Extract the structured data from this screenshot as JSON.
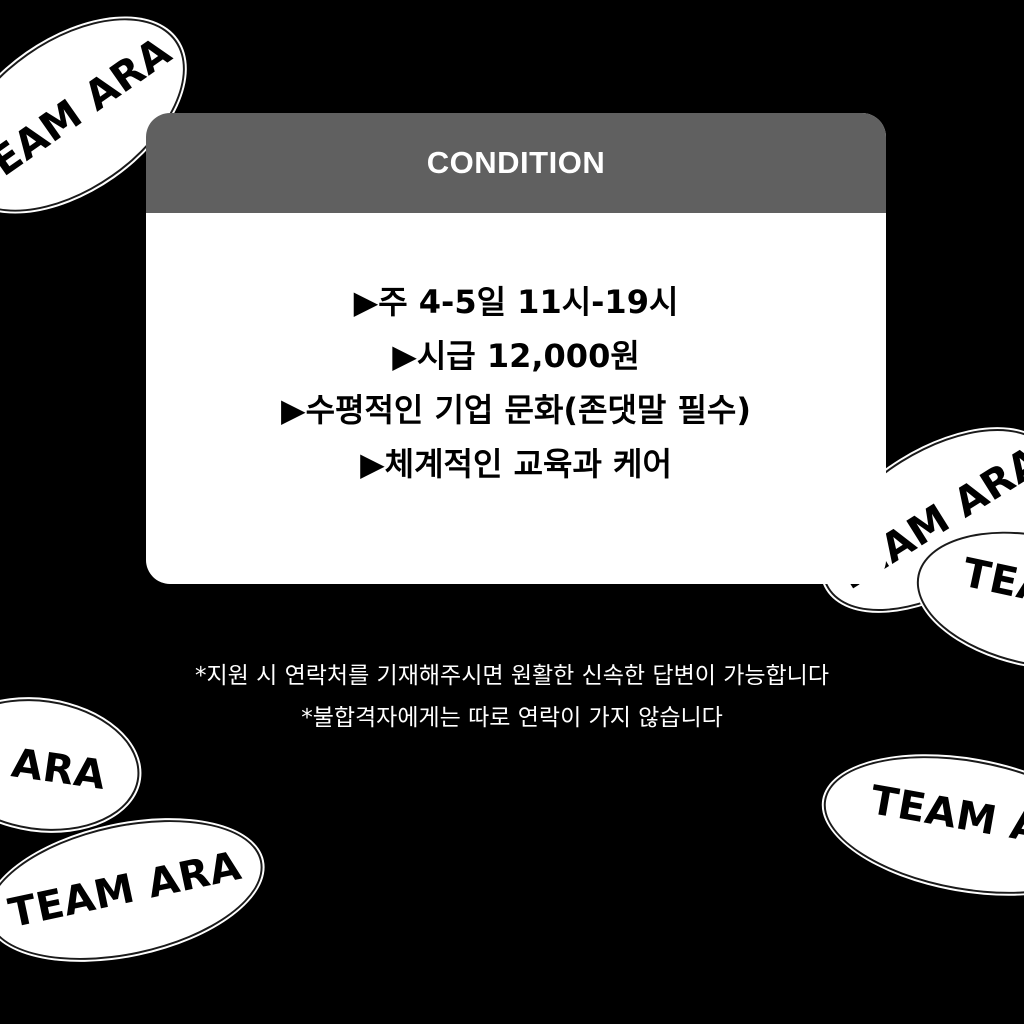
{
  "card": {
    "title": "CONDITION",
    "lines": [
      "▶주 4-5일 11시-19시",
      "▶시급 12,000원",
      "▶수평적인 기업 문화(존댓말 필수)",
      "▶체계적인 교육과 케어"
    ]
  },
  "notes": [
    "*지원 시 연락처를 기재해주시면 원활한 신속한 답변이 가능합니다",
    "*불합격자에게는 따로 연락이 가지 않습니다"
  ],
  "stickers": {
    "top_left": "TEAM ARA",
    "right_upper": "TEAM ARA",
    "right_middle": "TEA",
    "left_middle": "ARA",
    "left_bottom": "TEAM ARA",
    "right_bottom": "TEAM A"
  },
  "colors": {
    "background": "#000000",
    "card": "#ffffff",
    "card_header": "#606060",
    "sticker": "#ffffff",
    "text_dark": "#000000",
    "text_light": "#ffffff"
  }
}
